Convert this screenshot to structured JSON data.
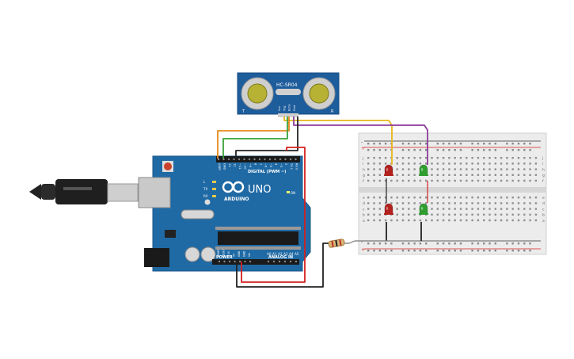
{
  "sensor": {
    "model": "HC-SR04",
    "left_mark": "T",
    "right_mark": "R",
    "pins": [
      "Vcc",
      "Trig",
      "Echo",
      "Gnd"
    ]
  },
  "arduino": {
    "brand": "ARDUINO",
    "model": "UNO",
    "digital_header": "DIGITAL (PWM ~)",
    "power_header": "POWER",
    "analog_header": "ANALOG IN",
    "on_label": "ON",
    "led_labels": [
      "L",
      "TX",
      "RX"
    ],
    "digital_pins": [
      "AREF",
      "GND",
      "13",
      "12",
      "~11",
      "~10",
      "~9",
      "8",
      "7",
      "~6",
      "~5",
      "4",
      "~3",
      "2",
      "TX 1",
      "RX 0"
    ],
    "power_pins": [
      "IOREF",
      "RESET",
      "3.3V",
      "5V",
      "GND",
      "GND",
      "Vin"
    ],
    "analog_pins": [
      "A0",
      "A1",
      "A2",
      "A3",
      "A4",
      "A5"
    ]
  },
  "breadboard": {
    "rows_top": [
      "j",
      "i",
      "h",
      "g",
      "f"
    ],
    "rows_bottom": [
      "e",
      "d",
      "c",
      "b",
      "a"
    ],
    "plus": "+",
    "minus": "-"
  },
  "leds": [
    {
      "name": "red",
      "color": "#b3211c"
    },
    {
      "name": "green",
      "color": "#2f9e2f"
    },
    {
      "name": "red",
      "color": "#b3211c"
    },
    {
      "name": "green",
      "color": "#2f9e2f"
    }
  ],
  "wire_colors": {
    "yellow": "#e8b61c",
    "purple": "#8e3b9c",
    "orange": "#e8891c",
    "green": "#3aa13a",
    "red": "#d42020",
    "black": "#222222"
  },
  "colors": {
    "board": "#1f6aa5",
    "sensor": "#1e5d9c",
    "breadboard": "#ececec"
  }
}
